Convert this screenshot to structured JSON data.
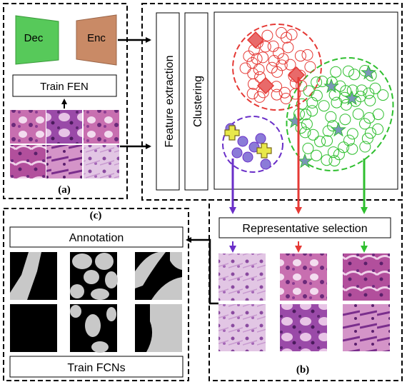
{
  "panels": {
    "a": {
      "label": "(a)"
    },
    "b": {
      "label": "(b)"
    },
    "c": {
      "label": "(c)"
    }
  },
  "fen": {
    "decoder_label": "Dec",
    "encoder_label": "Enc",
    "decoder_color": "#57c95a",
    "encoder_color": "#c98a66",
    "train_label": "Train FEN"
  },
  "pipeline": {
    "feature_extraction_label": "Feature extraction",
    "clustering_label": "Clustering"
  },
  "clusters": {
    "colors": {
      "red": "#e53935",
      "green": "#2fbf2f",
      "purple": "#6a2fc8",
      "member_fill": "#8b7bd8",
      "centroid_fill": "#e86a6a",
      "star_fill": "#7a96b8",
      "plus_fill": "#e8e84a"
    }
  },
  "selection": {
    "label": "Representative selection"
  },
  "annotation": {
    "label": "Annotation"
  },
  "fcn": {
    "label": "Train FCNs"
  },
  "icons": [
    "down-arrow-icon",
    "right-arrow-icon",
    "left-arrow-icon",
    "diamond-marker-icon",
    "star-marker-icon",
    "plus-marker-icon"
  ]
}
